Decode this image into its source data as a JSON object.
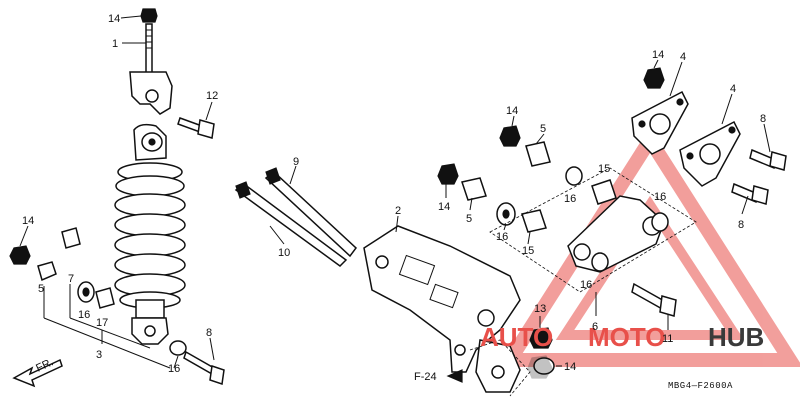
{
  "part_labels": {
    "p1": "1",
    "p2": "2",
    "p3": "3",
    "p4a": "4",
    "p4b": "4",
    "p5a": "5",
    "p5b": "5",
    "p5c": "5",
    "p6": "6",
    "p7": "7",
    "p8a": "8",
    "p8b": "8",
    "p8c": "8",
    "p9": "9",
    "p10": "10",
    "p11": "11",
    "p12": "12",
    "p13": "13",
    "p14a": "14",
    "p14b": "14",
    "p14c": "14",
    "p14d": "14",
    "p14e": "14",
    "p14f": "14",
    "p15a": "15",
    "p15b": "15",
    "p16a": "16",
    "p16b": "16",
    "p16c": "16",
    "p16d": "16",
    "p16e": "16",
    "p16f": "16",
    "p17": "17"
  },
  "reference": "F-24",
  "front_marker": "FR.",
  "diagram_code": "MBG4—F2600A",
  "watermark": {
    "word_a": "AUTO",
    "word_b": "MOTO",
    "word_c": "HUB",
    "color_red": "#e8504a",
    "color_dark": "#3a3a3a"
  }
}
